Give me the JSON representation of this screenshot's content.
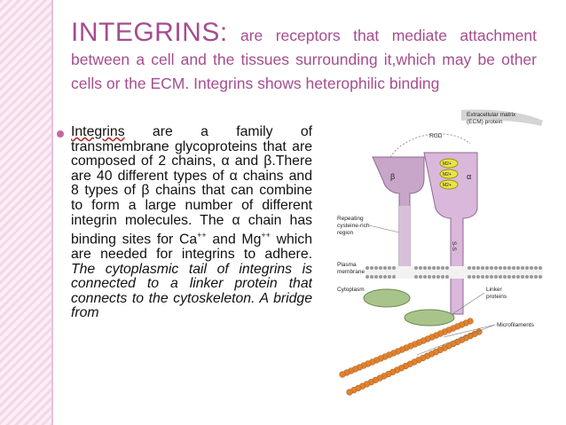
{
  "slide": {
    "title_word": "INTEGRINS:",
    "title_rest": "are receptors that mediate attachment between a cell and the tissues surrounding it,which may be other cells or the ECM. Integrins shows heterophilic binding",
    "body_parts": [
      "Integrins",
      " are a family of transmembrane glycoproteins that are composed of 2 chains, α and β.There are 40 different types of  α chains and 8 types of β chains that can combine to form a large number of different integrin molecules. The α chain has binding sites for Ca",
      "++",
      " and Mg",
      "++",
      " which are needed for integrins to adhere. ",
      "The cytoplasmic tail of integrins is connected to a linker protein that connects to the cytoskeleton. A bridge from"
    ]
  },
  "figure": {
    "labels": {
      "ecm": "Extracellular matrix",
      "ecm2": "(ECM) protein",
      "rgd": "RGD",
      "beta": "β",
      "alpha": "α",
      "repeating1": "Repeating",
      "repeating2": "cysteine-rich",
      "repeating3": "region",
      "plasma1": "Plasma",
      "plasma2": "membrane",
      "cytoplasm": "Cytoplasm",
      "linker1": "Linker",
      "linker2": "proteins",
      "microfilaments": "Microfilaments",
      "m1": "M2+",
      "m2": "M2+",
      "m3": "M2+",
      "ss": "S-S"
    }
  },
  "colors": {
    "title": "#a64d8f",
    "stripes": "#f3d7e8",
    "protein": "#c8a6c9",
    "linker": "#a8c48a",
    "filament": "#e0822d"
  }
}
